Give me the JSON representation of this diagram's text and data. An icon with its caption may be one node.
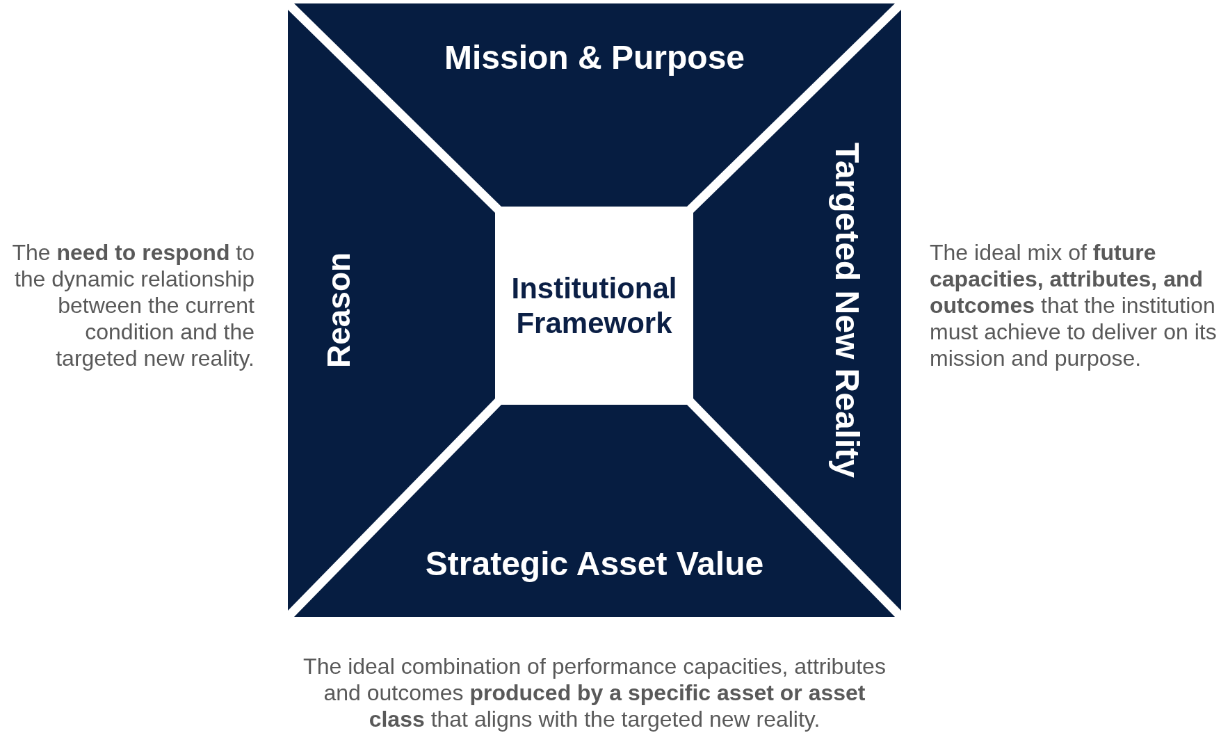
{
  "diagram": {
    "nodes": [
      {
        "text": [
          "Mission & Purpose"
        ]
      },
      {
        "text": [
          "Reason"
        ],
        "beside": [
          "The **need to respond** to the dynamic relationship between the current condition and the targeted new reality."
        ]
      },
      {
        "text": [
          "Institutional Framework"
        ]
      },
      {
        "text": [
          "Targeted New Reality"
        ],
        "beside": [
          "The ideal mix of **future capacities, attributes, and outcomes** that the institution must achieve to deliver on its mission and purpose."
        ]
      },
      {
        "text": [
          "Strategic Asset Value"
        ],
        "beside": [
          "The ideal combination of performance capacities, attributes and outcomes **produced by a specific asset or asset class** that aligns with the targeted new reality."
        ]
      }
    ],
    "edges": []
  }
}
